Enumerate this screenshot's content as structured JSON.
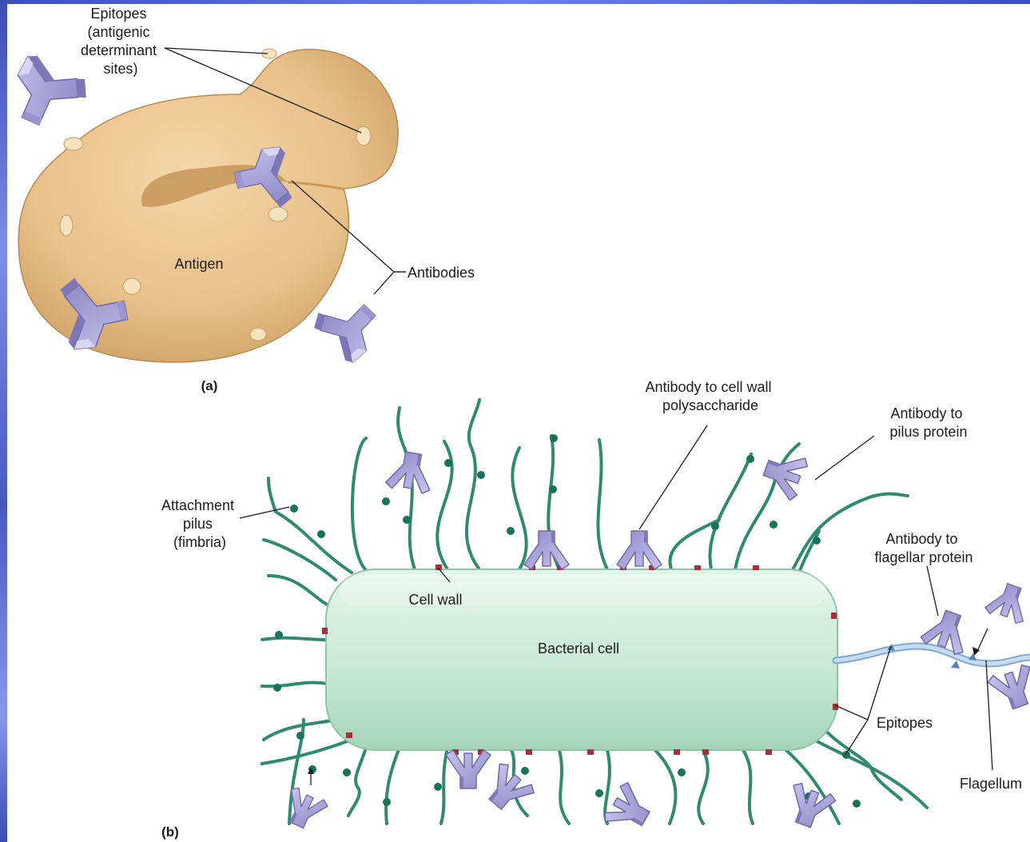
{
  "panel_a": {
    "label": "(a)",
    "epitopes_label": [
      "Epitopes",
      "(antigenic",
      "determinant",
      "sites)"
    ],
    "antigen_label": "Antigen",
    "antibodies_label": "Antibodies"
  },
  "panel_b": {
    "label": "(b)",
    "antibody_cell_wall_label": [
      "Antibody to cell wall",
      "polysaccharide"
    ],
    "antibody_pilus_label": [
      "Antibody to",
      "pilus protein"
    ],
    "attachment_pilus_label": [
      "Attachment",
      "pilus",
      "(fimbria)"
    ],
    "antibody_flagellar_label": [
      "Antibody to",
      "flagellar protein"
    ],
    "cell_wall_label": "Cell wall",
    "bacterial_cell_label": "Bacterial cell",
    "epitopes_label": "Epitopes",
    "flagellum_label": "Flagellum"
  },
  "colors": {
    "antigen": "#e8c08a",
    "antibody": "#a9a4d8",
    "bacterial_cell": "#cdebd9",
    "pilus": "#2f8a6f",
    "epitope_red": "#a4303a",
    "flagellum": "#a9c8e6",
    "slide_border": "#5060c8"
  }
}
